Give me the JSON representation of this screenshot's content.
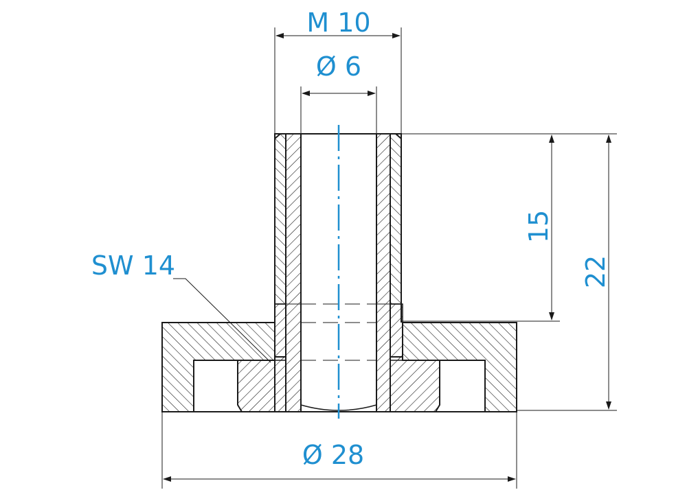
{
  "colors": {
    "dimension_text": "#1f8fd0",
    "lines": "#1a1a1a",
    "centerline": "#1f8fd0",
    "background": "#ffffff"
  },
  "dimensions": {
    "thread": "M 10",
    "bore": "Ø 6",
    "spanner_width": "SW 14",
    "height_upper": "15",
    "height_total": "22",
    "base_diameter": "Ø 28"
  }
}
